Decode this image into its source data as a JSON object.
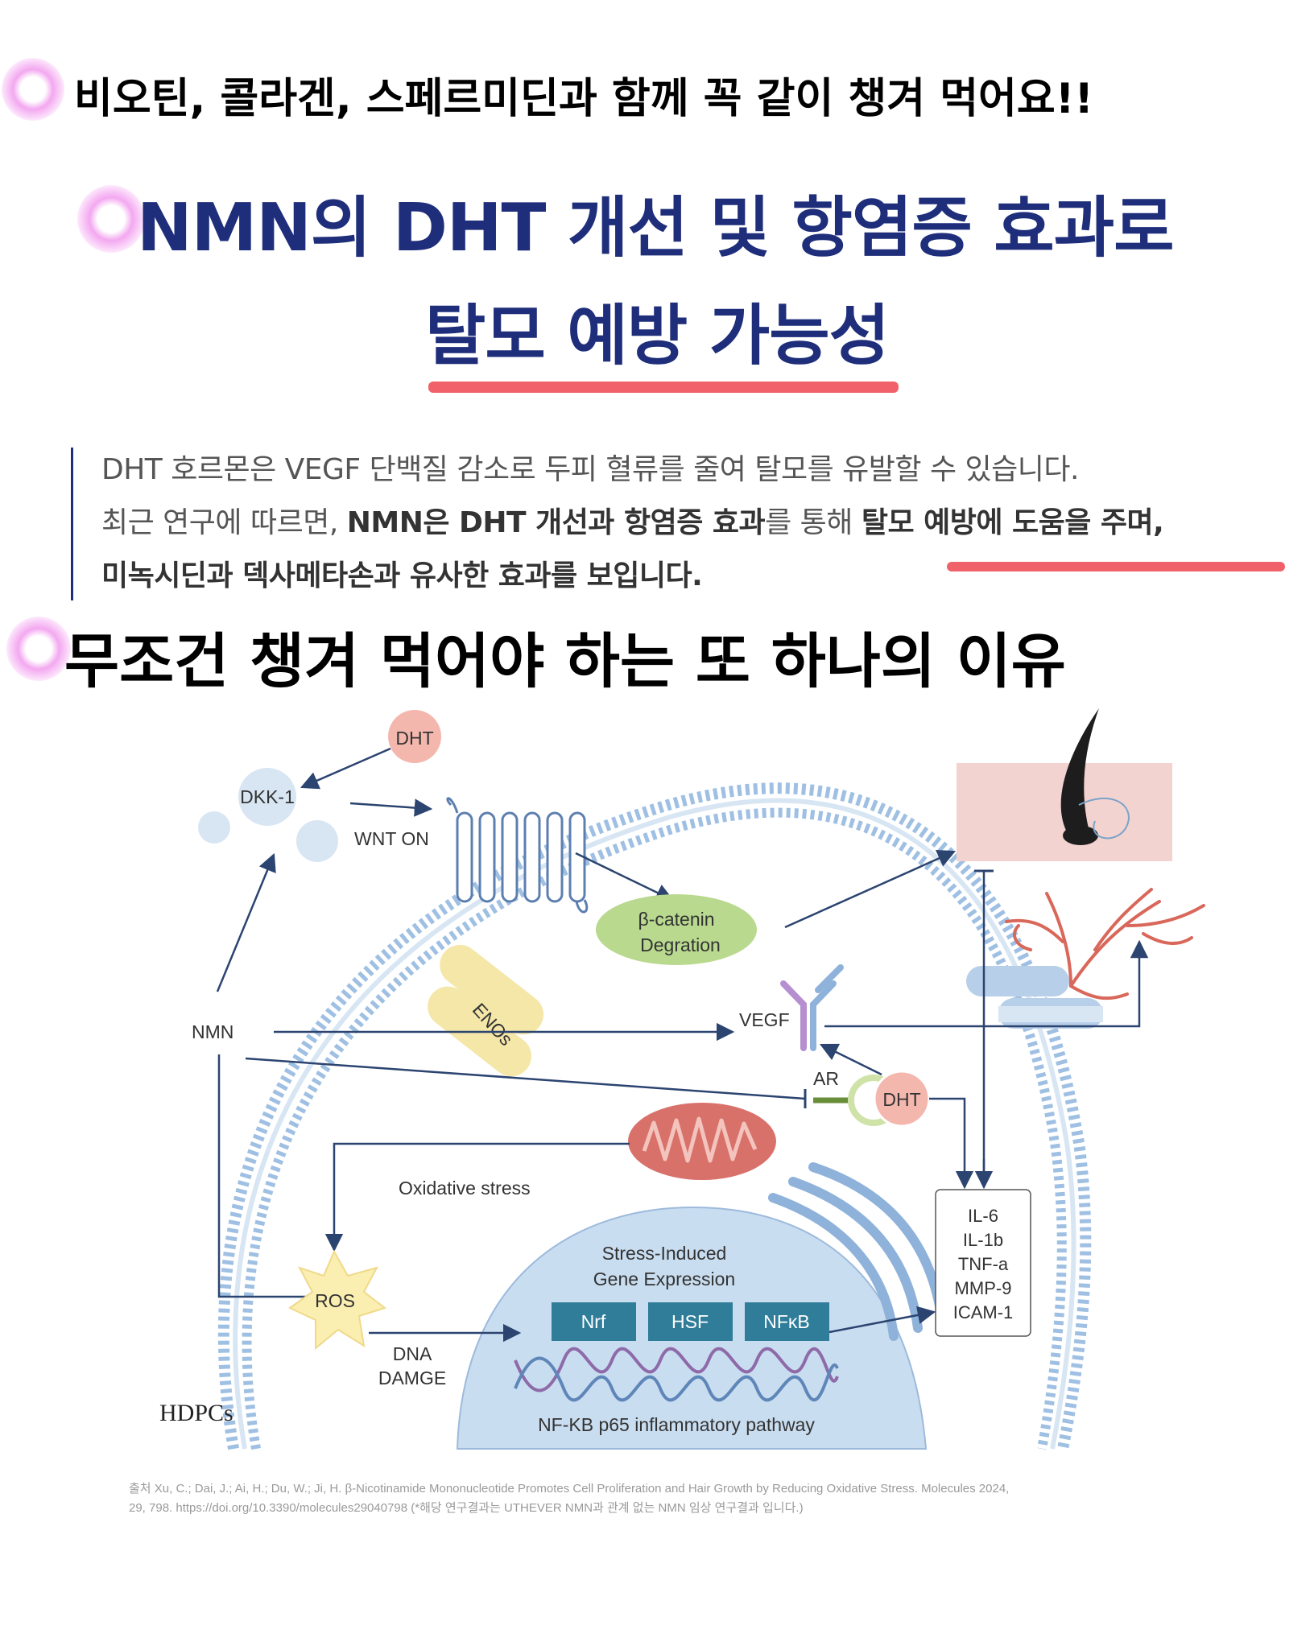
{
  "headline_top": "비오틴, 콜라겐, 스페르미딘과 함께 꼭 같이 챙겨 먹어요!!",
  "title": {
    "line1": "NMN의 DHT 개선 및 항염증 효과로",
    "line2": "탈모 예방 가능성"
  },
  "paragraph": {
    "line1": "DHT 호르몬은 VEGF 단백질 감소로 두피 혈류를 줄여 탈모를 유발할 수 있습니다.",
    "line2_a": "최근 연구에 따르면, ",
    "line2_b": "NMN은 DHT 개선과 항염증 효과",
    "line2_c": "를 통해 ",
    "line2_d": "탈모 예방에 도움을 주며,",
    "line3": "미녹시딘과 덱사메타손과 유사한 효과를 보입니다."
  },
  "headline_mid": "무조건 챙겨 먹어야 하는 또 하나의 이유",
  "diagram": {
    "dht_top": "DHT",
    "dkk1": "DKK-1",
    "wnt_on": "WNT ON",
    "beta_catenin_1": "β-catenin",
    "beta_catenin_2": "Degration",
    "enos": "ENOs",
    "vegf": "VEGF",
    "nmn": "NMN",
    "ar": "AR",
    "dht_right": "DHT",
    "oxidative_stress": "Oxidative stress",
    "cytokines": [
      "IL-6",
      "IL-1b",
      "TNF-a",
      "MMP-9",
      "ICAM-1"
    ],
    "stress_induced_1": "Stress-Induced",
    "stress_induced_2": "Gene Expression",
    "nrf": "Nrf",
    "hsf": "HSF",
    "nfkb": "NFκB",
    "ros": "ROS",
    "dna_1": "DNA",
    "dna_2": "DAMGE",
    "pathway": "NF-KB p65 inflammatory pathway",
    "hdpcs": "HDPCs"
  },
  "footnote": {
    "line1": "출처 Xu, C.; Dai, J.; Ai, H.; Du, W.; Ji, H. β-Nicotinamide Mononucleotide Promotes Cell Proliferation and Hair Growth by Reducing Oxidative Stress. Molecules 2024,",
    "line2": "29, 798. https://doi.org/10.3390/molecules29040798  (*해당 연구결과는 UTHEVER NMN과 관계 없는 NMN 임상 연구결과 입니다.)"
  },
  "colors": {
    "title_navy": "#1f2e7a",
    "underline_red": "#f0616a",
    "glow_pink": "#f3a8f0",
    "membrane_blue": "#8fb2da",
    "nucleus_blue": "#c9ddf0",
    "gene_box": "#2f7d99"
  }
}
